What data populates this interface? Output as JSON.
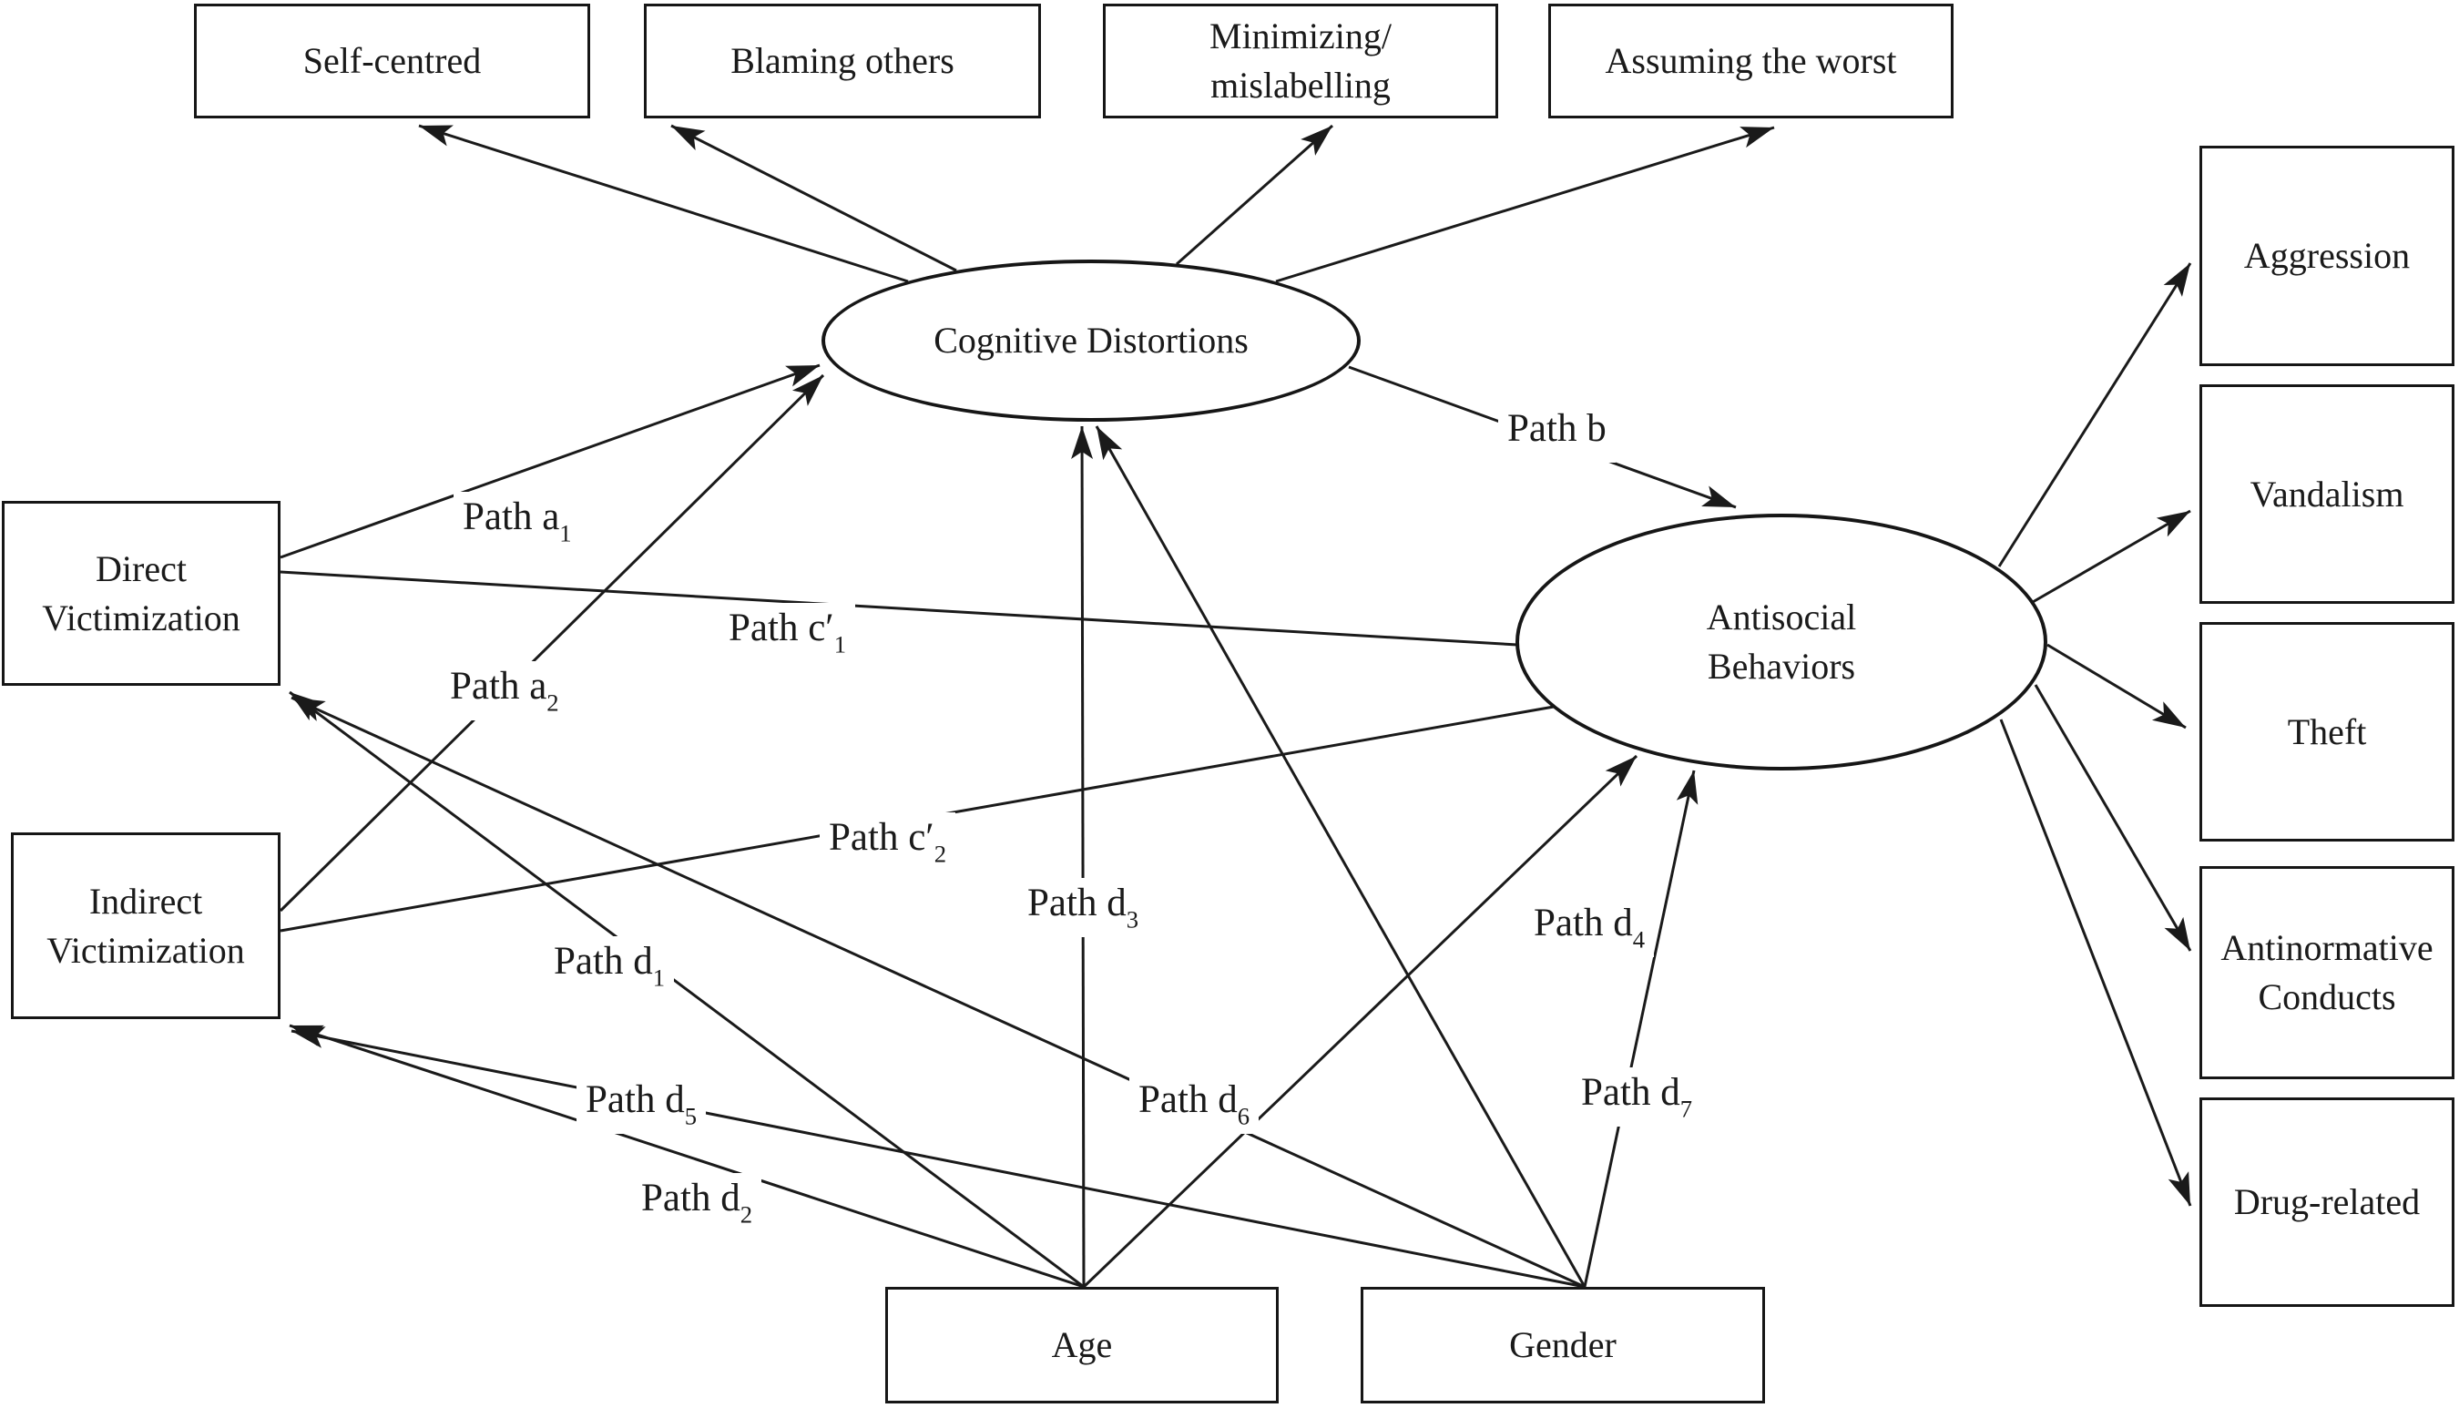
{
  "figure": {
    "type": "path-model-diagram",
    "background": "#ffffff",
    "line_color": "#1a1a1a"
  },
  "nodes": {
    "self_centred": {
      "label": "Self-centred",
      "kind": "observed-indicator"
    },
    "blaming_others": {
      "label": "Blaming others",
      "kind": "observed-indicator"
    },
    "minimizing": {
      "label": "Minimizing/ mislabelling",
      "kind": "observed-indicator"
    },
    "assuming_worst": {
      "label": "Assuming the worst",
      "kind": "observed-indicator"
    },
    "aggression": {
      "label": "Aggression",
      "kind": "observed-indicator"
    },
    "vandalism": {
      "label": "Vandalism",
      "kind": "observed-indicator"
    },
    "theft": {
      "label": "Theft",
      "kind": "observed-indicator"
    },
    "antinormative_conducts": {
      "label": "Antinormative Conducts",
      "kind": "observed-indicator"
    },
    "drug_related": {
      "label": "Drug-related",
      "kind": "observed-indicator"
    },
    "cognitive_distortions": {
      "label": "Cognitive Distortions",
      "kind": "latent"
    },
    "antisocial_behaviors": {
      "label": "Antisocial Behaviors",
      "kind": "latent"
    },
    "direct_victimization": {
      "label": "Direct Victimization",
      "kind": "predictor"
    },
    "indirect_victimization": {
      "label": "Indirect Victimization",
      "kind": "predictor"
    },
    "age": {
      "label": "Age",
      "kind": "covariate"
    },
    "gender": {
      "label": "Gender",
      "kind": "covariate"
    }
  },
  "paths": {
    "a1": {
      "label": "Path a",
      "sub": "1",
      "from": "Direct Victimization",
      "to": "Cognitive Distortions"
    },
    "a2": {
      "label": "Path a",
      "sub": "2",
      "from": "Indirect Victimization",
      "to": "Cognitive Distortions"
    },
    "b": {
      "label": "Path b",
      "sub": "",
      "from": "Cognitive Distortions",
      "to": "Antisocial Behaviors"
    },
    "c1": {
      "label": "Path c′",
      "sub": "1",
      "from": "Direct Victimization",
      "to": "Antisocial Behaviors"
    },
    "c2": {
      "label": "Path c′",
      "sub": "2",
      "from": "Indirect Victimization",
      "to": "Antisocial Behaviors"
    },
    "d1": {
      "label": "Path d",
      "sub": "1",
      "from": "Age",
      "to": "Direct Victimization"
    },
    "d2": {
      "label": "Path d",
      "sub": "2",
      "from": "Age",
      "to": "Indirect Victimization"
    },
    "d3": {
      "label": "Path d",
      "sub": "3",
      "from": "Age",
      "to": "Cognitive Distortions"
    },
    "d4": {
      "label": "Path d",
      "sub": "4",
      "from": "Age",
      "to": "Antisocial Behaviors"
    },
    "d5": {
      "label": "Path d",
      "sub": "5",
      "from": "Gender",
      "to": "Indirect Victimization"
    },
    "d6": {
      "label": "Path d",
      "sub": "6",
      "from": "Gender",
      "to": "Direct Victimization"
    },
    "d7": {
      "label": "Path d",
      "sub": "7",
      "from": "Gender",
      "to": "Antisocial Behaviors"
    },
    "gender_cd_unlabeled": {
      "label": "",
      "sub": "",
      "from": "Gender",
      "to": "Cognitive Distortions"
    }
  }
}
